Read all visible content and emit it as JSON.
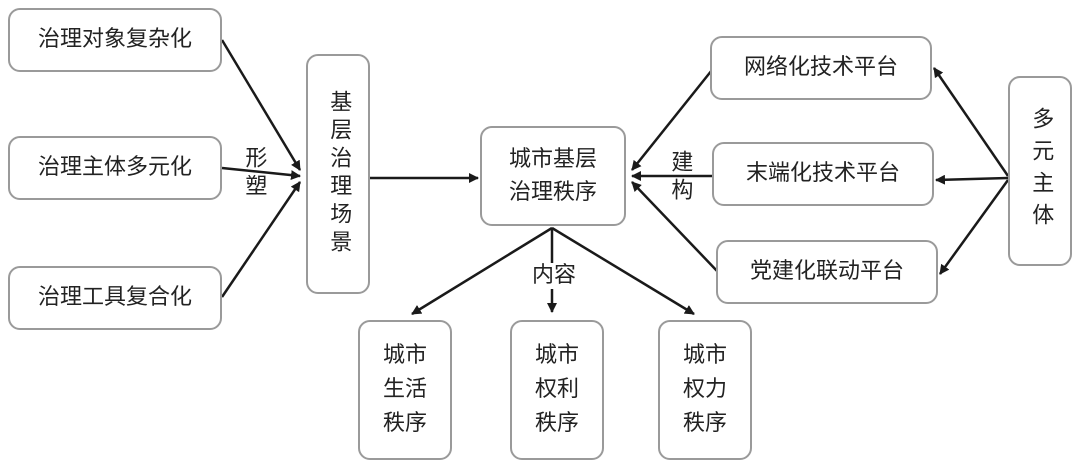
{
  "left_nodes": [
    {
      "id": "obj",
      "label": "治理对象复杂化"
    },
    {
      "id": "subj",
      "label": "治理主体多元化"
    },
    {
      "id": "tool",
      "label": "治理工具复合化"
    }
  ],
  "scene": {
    "label": "基层治理场景"
  },
  "center": {
    "line1": "城市基层",
    "line2": "治理秩序"
  },
  "bottom_nodes": [
    {
      "id": "life",
      "label": "城市\n生活\n秩序"
    },
    {
      "id": "rights",
      "label": "城市\n权利\n秩序"
    },
    {
      "id": "power",
      "label": "城市\n权力\n秩序"
    }
  ],
  "right_nodes": [
    {
      "id": "net",
      "label": "网络化技术平台"
    },
    {
      "id": "end",
      "label": "末端化技术平台"
    },
    {
      "id": "party",
      "label": "党建化联动平台"
    }
  ],
  "actors": {
    "label": "多元主体"
  },
  "edge_labels": {
    "shape": "形塑",
    "build": "建构",
    "content": "内容"
  }
}
